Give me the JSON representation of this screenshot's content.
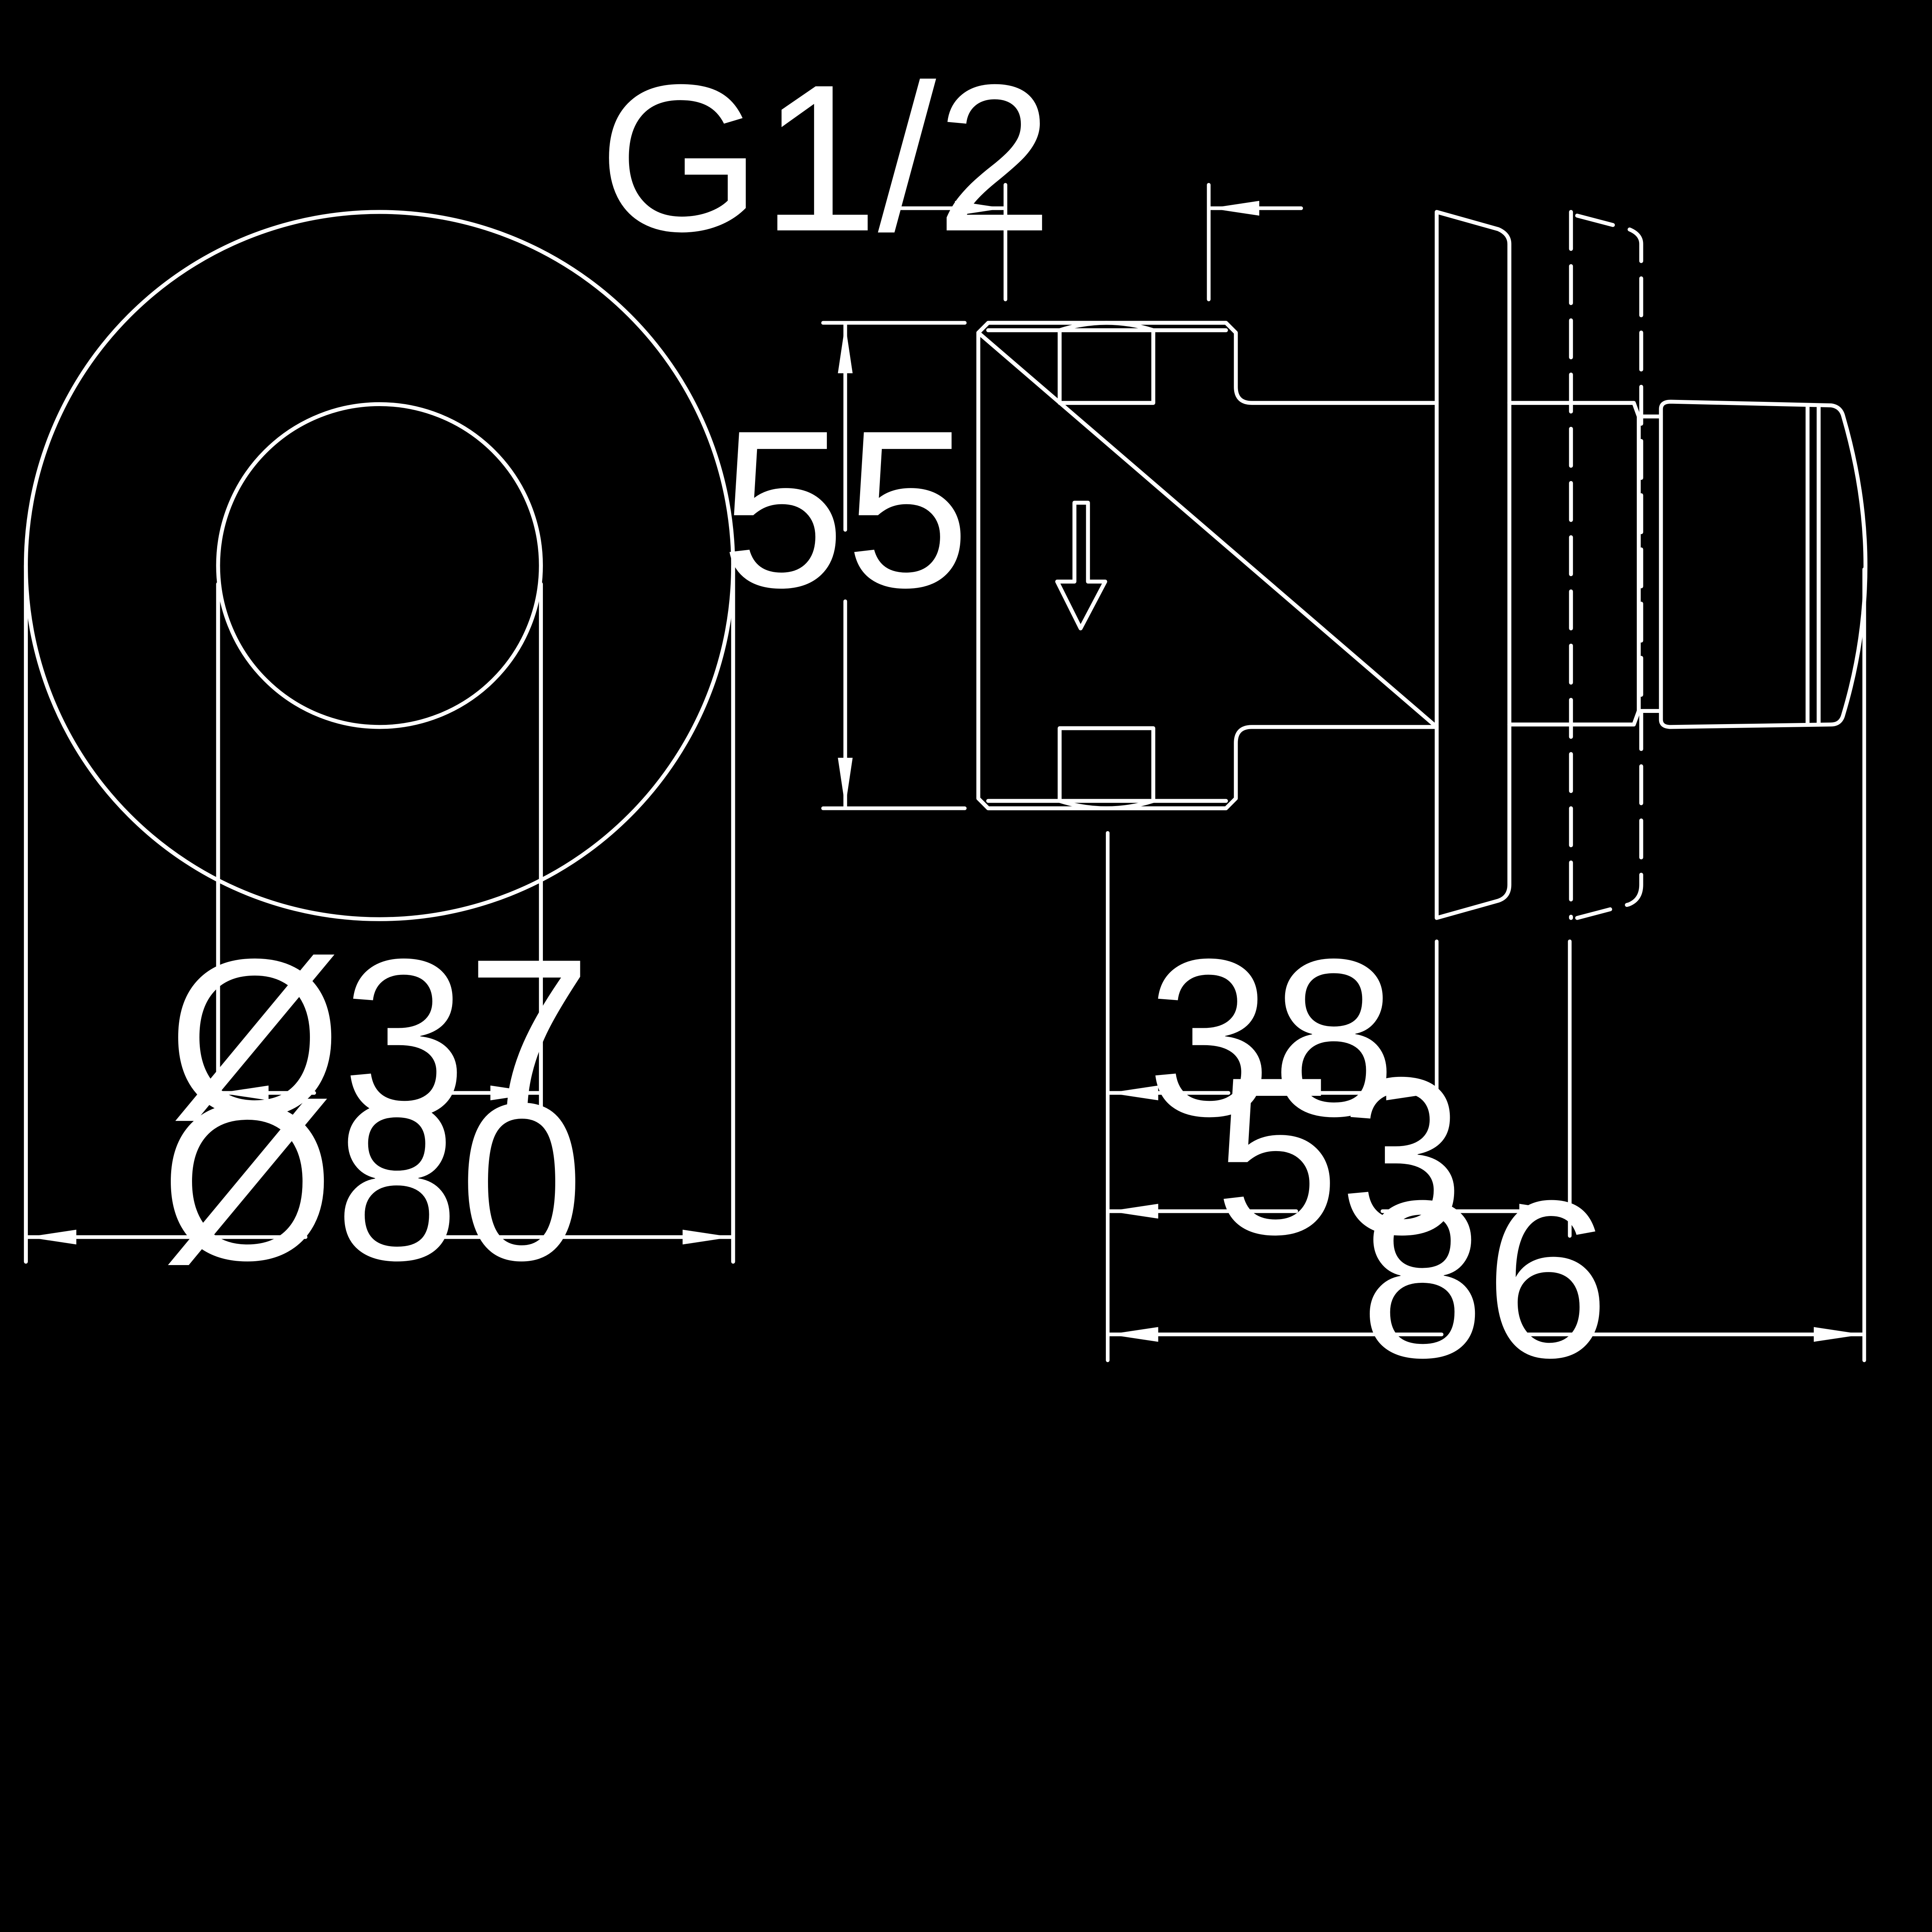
{
  "drawing": {
    "background": "#000000",
    "line_color": "#ffffff",
    "front_view": {
      "outer_diameter_label": "Ø80",
      "inner_diameter_label": "Ø37"
    },
    "side_view": {
      "thread_label": "G1/2",
      "height_label": "55",
      "depth_labels": [
        "38",
        "53",
        "86"
      ],
      "flow_direction": "arrow-down-icon"
    }
  }
}
